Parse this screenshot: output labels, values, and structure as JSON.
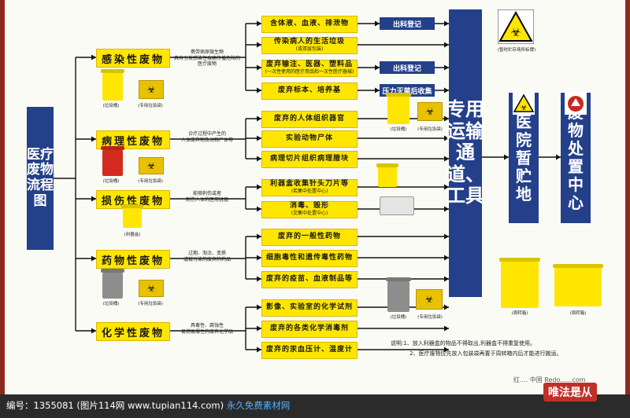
{
  "title": "医疗废物流程图",
  "categories": [
    {
      "name": "感染性废物",
      "desc": "携带病原微生物\n具有引发感染性疾病传播危险的医疗废物",
      "bins": [
        "(垃圾桶)",
        "(专用垃圾袋)"
      ]
    },
    {
      "name": "病理性废物",
      "desc": "诊疗过程中产生的\n人体废弃物及动物尸体等",
      "bins": [
        "(垃圾桶)",
        "(专用垃圾袋)"
      ]
    },
    {
      "name": "损伤性废物",
      "desc": "能够刺伤或者\n割伤人体的医用锐器",
      "bins": [
        "(利器盒)"
      ]
    },
    {
      "name": "药物性废物",
      "desc": "过期、淘汰、变质\n或被污染的废弃的药品",
      "bins": [
        "(垃圾桶)",
        "(专用垃圾袋)"
      ]
    },
    {
      "name": "化学性废物",
      "desc": "具毒性、腐蚀性\n易燃易爆性的废弃化学品",
      "bins": [
        "(垃圾桶)",
        "(专用垃圾袋)"
      ]
    }
  ],
  "items": [
    {
      "text": "含体液、血液、排泄物",
      "sub": ""
    },
    {
      "text": "传染病人的生活垃圾",
      "sub": "(或双层包装)"
    },
    {
      "text": "废弃输注、医器、塑料品",
      "sub": "(一次性使用的医疗用品和一次性医疗器械)"
    },
    {
      "text": "废弃标本、培养基",
      "sub": ""
    },
    {
      "text": "废弃的人体组织器官",
      "sub": ""
    },
    {
      "text": "实验动物尸体",
      "sub": ""
    },
    {
      "text": "病理切片组织病理腊块",
      "sub": ""
    },
    {
      "text": "利器盒收集针头刀片等",
      "sub": "(若集中处置中心)"
    },
    {
      "text": "消毒、毁形",
      "sub": "(交集中处置中心)"
    },
    {
      "text": "废弃的一般性药物",
      "sub": ""
    },
    {
      "text": "细胞毒性和遗传毒性药物",
      "sub": ""
    },
    {
      "text": "废弃的疫苗、血液制品等",
      "sub": ""
    },
    {
      "text": "影像、实验室的化学试剂",
      "sub": ""
    },
    {
      "text": "废弃的各类化学消毒剂",
      "sub": ""
    },
    {
      "text": "废弃的汞血压计、温度计",
      "sub": ""
    }
  ],
  "actions": [
    "出科登记",
    "出科登记",
    "压力灭菌后收集"
  ],
  "transport": "专用运输通道、工具",
  "storage": "医院暂贮地",
  "disposal": "废物处置中心",
  "warning_caption": "(暂时贮存场所标牌)",
  "right_bin_captions": [
    "(周转箱)",
    "(周转箱)"
  ],
  "mid_bin_captions": [
    "(垃圾桶)",
    "(专用垃圾袋)"
  ],
  "notes": [
    "说明:1、放入利器盒的物品不得取出,利器盒不得重复使用。",
    "2、医疗废物应先放入包装袋再置于周转箱内后才能进行搬运。"
  ],
  "credit": "编号：1355081 (图片114网 www.tupian114.com)",
  "credit_link": "永久免费素材网",
  "brand": "唯法是从",
  "watermark": "红.... 中国 Redo......com",
  "colors": {
    "blue": "#24408a",
    "yellow": "#ffe600",
    "frame": "#8a2a1a",
    "red_bin": "#d42a1f",
    "gray_bin": "#8d8d8d"
  }
}
